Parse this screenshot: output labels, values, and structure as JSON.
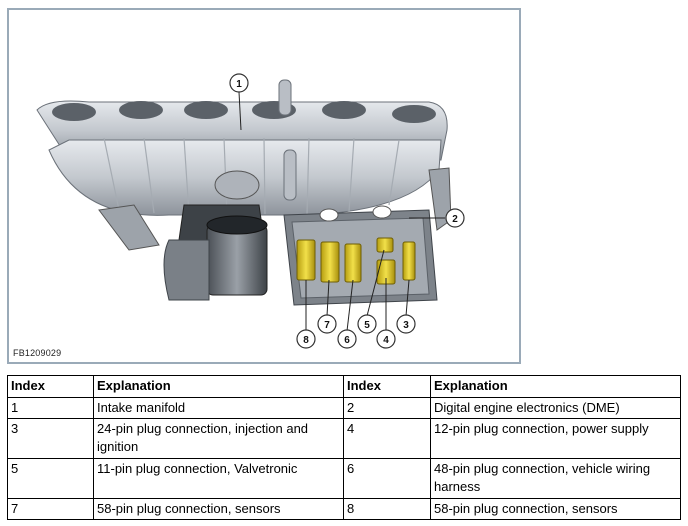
{
  "figure": {
    "code": "FB1209029",
    "callouts": [
      "1",
      "2",
      "3",
      "4",
      "5",
      "6",
      "7",
      "8"
    ]
  },
  "legend": {
    "headers": [
      "Index",
      "Explanation",
      "Index",
      "Explanation"
    ],
    "rows": [
      [
        "1",
        "Intake manifold",
        "2",
        "Digital engine electronics (DME)"
      ],
      [
        "3",
        "24-pin plug connection, injection and ignition",
        "4",
        "12-pin plug connection, power supply"
      ],
      [
        "5",
        "11-pin plug connection, Valvetronic",
        "6",
        "48-pin plug connection, vehicle wiring harness"
      ],
      [
        "7",
        "58-pin plug connection, sensors",
        "8",
        "58-pin plug connection, sensors"
      ]
    ]
  },
  "colors": {
    "frame": "#9aaab8",
    "connector": "#e8d22a",
    "manifold": "#c9cdd3"
  }
}
